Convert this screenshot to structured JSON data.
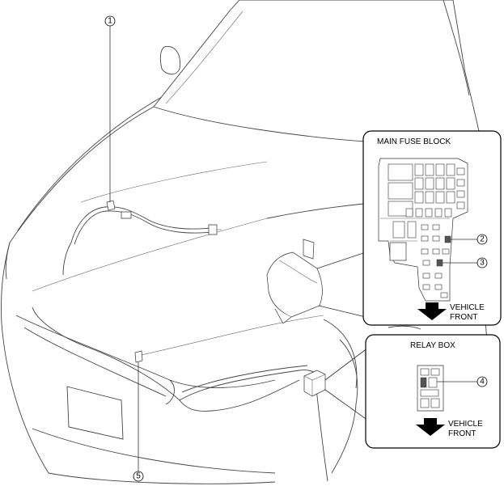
{
  "callouts": {
    "c1": "1",
    "c2": "2",
    "c3": "3",
    "c4": "4",
    "c5": "5"
  },
  "main_fuse_block": {
    "title": "MAIN FUSE BLOCK",
    "direction_line1": "VEHICLE",
    "direction_line2": "FRONT"
  },
  "relay_box": {
    "title": "RELAY BOX",
    "direction_line1": "VEHICLE",
    "direction_line2": "FRONT"
  }
}
